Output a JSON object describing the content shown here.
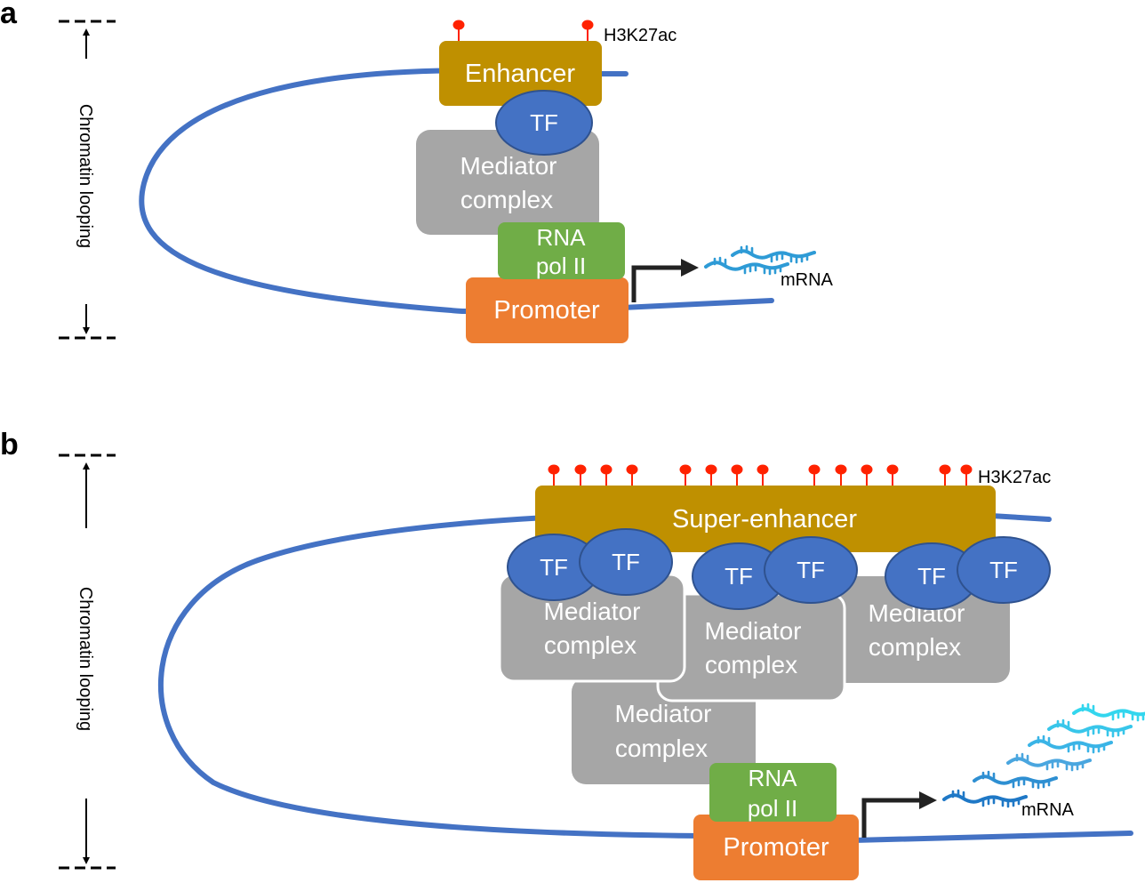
{
  "panel_a": {
    "letter": "a",
    "looping_label": "Chromatin looping",
    "enhancer_label": "Enhancer",
    "tf_label": "TF",
    "mediator_line1": "Mediator",
    "mediator_line2": "complex",
    "pol_line1": "RNA",
    "pol_line2": "pol II",
    "promoter_label": "Promoter",
    "mark_label": "H3K27ac",
    "mrna_label": "mRNA"
  },
  "panel_b": {
    "letter": "b",
    "looping_label": "Chromatin looping",
    "super_enhancer_label": "Super-enhancer",
    "tf_label": "TF",
    "mediator_line1": "Mediator",
    "mediator_line2": "complex",
    "pol_line1": "RNA",
    "pol_line2": "pol II",
    "promoter_label": "Promoter",
    "mark_label": "H3K27ac",
    "mrna_label": "mRNA"
  },
  "colors": {
    "dna": "#4472c4",
    "enhancer": "#bf9000",
    "tf": "#4472c4",
    "mediator": "#a6a6a6",
    "pol": "#70ad47",
    "promoter": "#ed7d31",
    "acetyl_mark": "#ff0000",
    "mrna": "#2e9bd6"
  },
  "icons": {
    "acetyl_mark": "lollipop-icon",
    "mrna": "rna-strand-icon",
    "tss_arrow": "bent-arrow-icon"
  }
}
